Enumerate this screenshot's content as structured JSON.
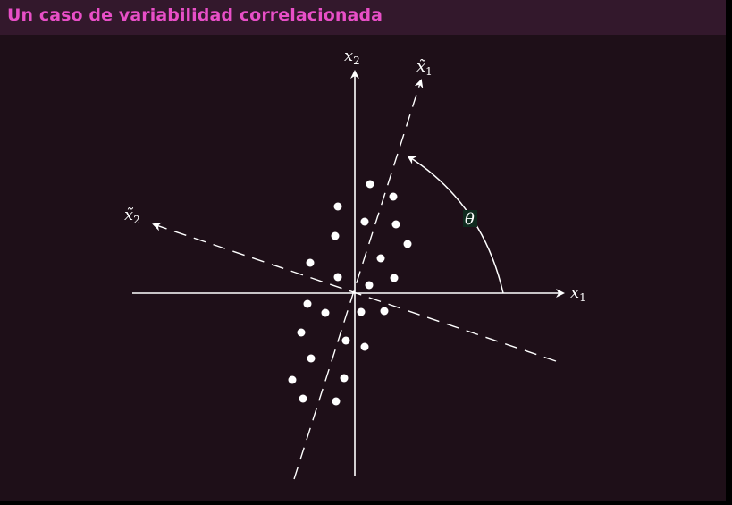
{
  "header": {
    "title": "Un caso de variabilidad correlacionada"
  },
  "diagram": {
    "labels": {
      "x1": "x",
      "x1_sub": "1",
      "x2": "x",
      "x2_sub": "2",
      "xt1": "x̃",
      "xt1_sub": "1",
      "xt2": "x̃",
      "xt2_sub": "2",
      "theta": "θ"
    }
  },
  "colors": {
    "background": "#1e0f18",
    "titlebar": "#33182c",
    "title_text": "#e84fc7",
    "ink": "#ffffff"
  }
}
